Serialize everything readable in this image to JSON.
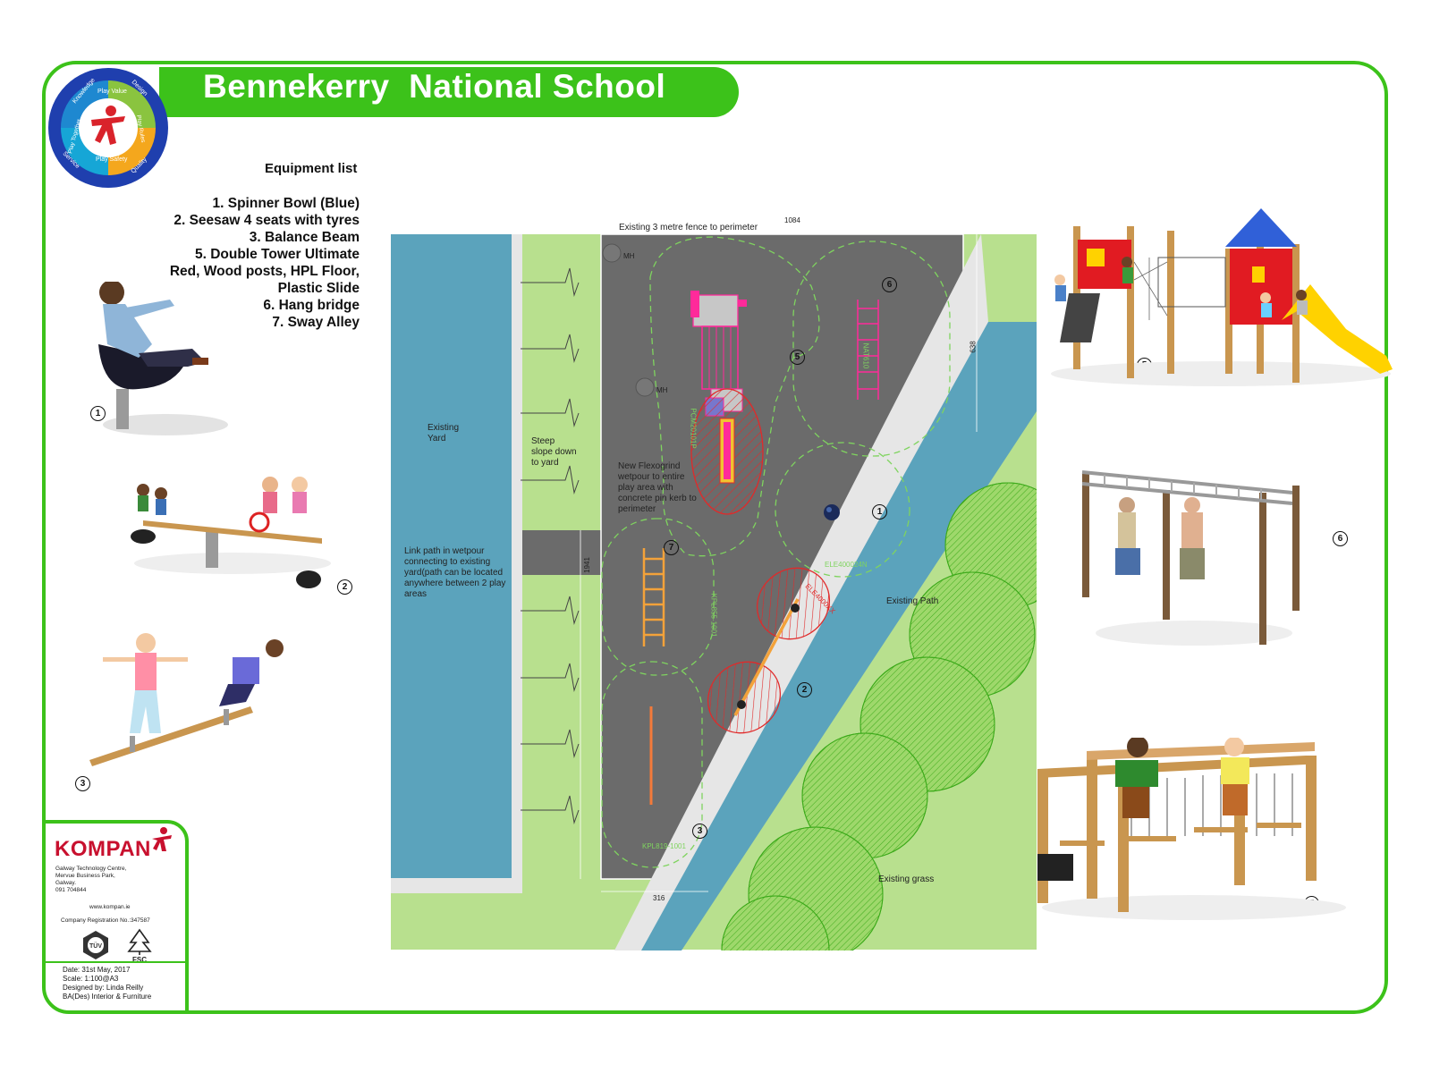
{
  "title": "Bennekerry  National School",
  "logo_ring": {
    "words": [
      "Knowledge",
      "Play Value",
      "Design",
      "Play Together",
      "Play Rules",
      "Service",
      "Play Safety",
      "Quality"
    ]
  },
  "equipment": {
    "heading": "Equipment list",
    "items": [
      "1. Spinner Bowl (Blue)",
      "2. Seesaw 4 seats with tyres",
      "3. Balance Beam",
      "5. Double Tower Ultimate",
      "Red, Wood posts, HPL Floor,",
      "Plastic Slide",
      "6. Hang bridge",
      "7. Sway Alley"
    ]
  },
  "plan": {
    "fence_label": "Existing 3 metre fence to perimeter",
    "dim_top": "1084",
    "dim_right": "638",
    "dim_left": "1941",
    "dim_bottom": "316",
    "manhole_1": "MH",
    "manhole_2": "MH",
    "existing_yard": "Existing\nYard",
    "steep_slope": "Steep\nslope down\nto yard",
    "wetpour_note": "New Flexogrind\nwetpour to entire\nplay area with\nconcrete pin kerb to\nperimeter",
    "link_path_note": "Link path in wetpour\nconnecting to existing\nyard(path can be located\nanywhere between 2 play\nareas",
    "existing_path": "Existing Path",
    "existing_grass": "Existing grass",
    "code_5": "PCM20101P",
    "code_6": "NAT610",
    "code_1": "ELE400024N",
    "code_7": "KPL855-1001",
    "code_3": "KPL819-1001",
    "code_2": "ELE4000XX"
  },
  "markers": [
    "1",
    "2",
    "3",
    "5",
    "6",
    "7"
  ],
  "kompan": {
    "logo": "KOMPAN",
    "address": [
      "Galway Technology Centre,",
      "Mervue Business Park,",
      "Galway.",
      "091 704844"
    ],
    "website": "www.kompan.ie",
    "registration": "Company Registration No.:347587",
    "tuv": "TÜV",
    "fsc": "FSC",
    "date": "Date:  31st May, 2017",
    "scale": "Scale:  1:100@A3",
    "designer": "Designed by: Linda Reilly",
    "qualification": "BA(Des) Interior & Furniture"
  },
  "colors": {
    "brand_green": "#3cc21a",
    "plan_grey": "#6b6b6b",
    "water_blue": "#5ba3bc",
    "grass_green": "#b8e08e",
    "kompan_red": "#c8102e"
  }
}
